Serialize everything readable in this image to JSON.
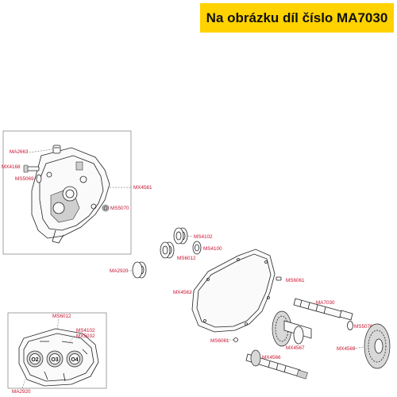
{
  "header": {
    "text": "Na obrázku díl číslo MA7030"
  },
  "labels": {
    "ma2663": "MA2663",
    "mx4168": "MX4168",
    "ms5069": "MS5069",
    "mx4561": "MX4561",
    "ms5070": "MS5070",
    "ms4102_a": "MS4102",
    "ms6012_a": "MS6012",
    "ms4100": "MS4100",
    "ma2920_a": "MA2920",
    "mx4562": "MX4562",
    "ms6061_a": "MS6061",
    "ma7030": "MA7030",
    "ms5076": "MS5076",
    "mx4569": "MX4569",
    "mx4567": "MX4567",
    "ms6061_b": "MS6061",
    "mx4566": "MX4566",
    "ms6012_b": "MS6012",
    "ms4102_b": "MS4102",
    "mx5032": "MX5032",
    "ma2920_b": "MA2920",
    "mark_o2": "O2",
    "mark_o3": "O3",
    "mark_o4": "O4"
  },
  "colors": {
    "banner": "#ffd200",
    "label": "#c8102e"
  }
}
